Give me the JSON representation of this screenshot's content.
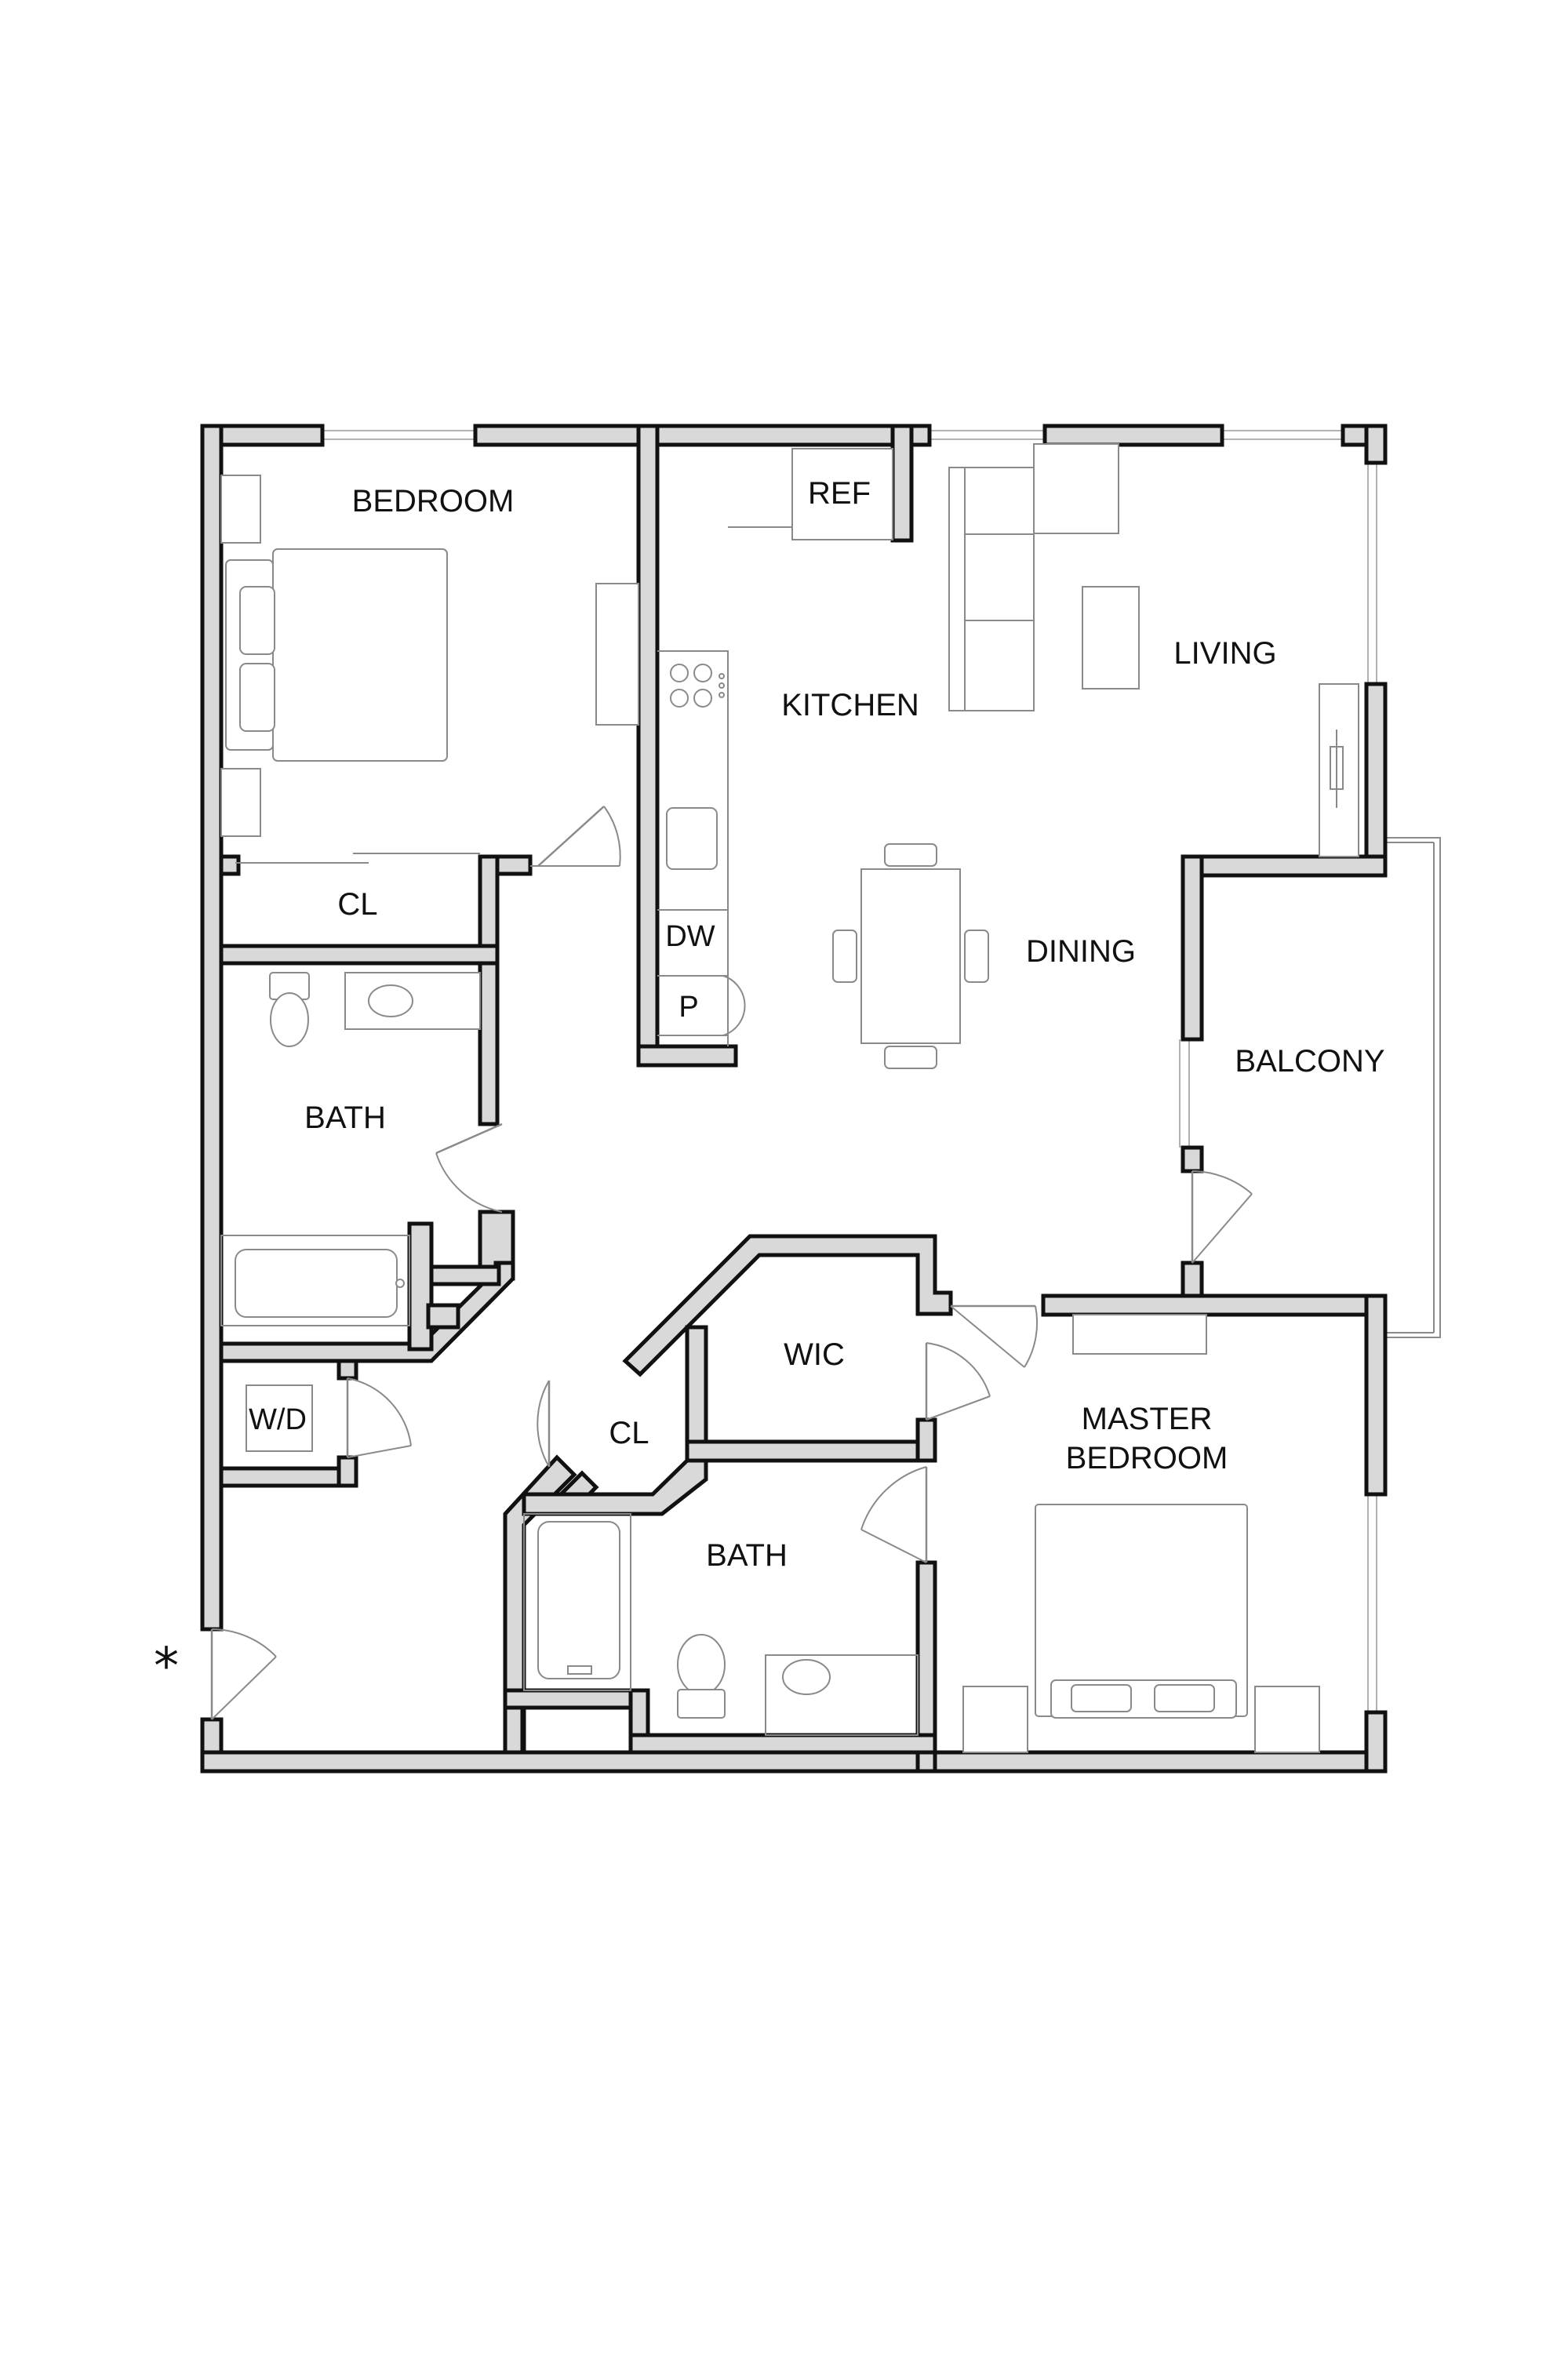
{
  "rooms": {
    "bedroom": "BEDROOM",
    "closet_bedroom": "CL",
    "bath_left": "BATH",
    "washer_dryer": "W/D",
    "kitchen": "KITCHEN",
    "refrigerator": "REF",
    "dishwasher": "DW",
    "pantry": "P",
    "living": "LIVING",
    "dining": "DINING",
    "balcony": "BALCONY",
    "walk_in_closet": "WIC",
    "closet_hall": "CL",
    "bath_master": "BATH",
    "master_bedroom_line1": "MASTER",
    "master_bedroom_line2": "BEDROOM"
  },
  "entry_marker": "*"
}
